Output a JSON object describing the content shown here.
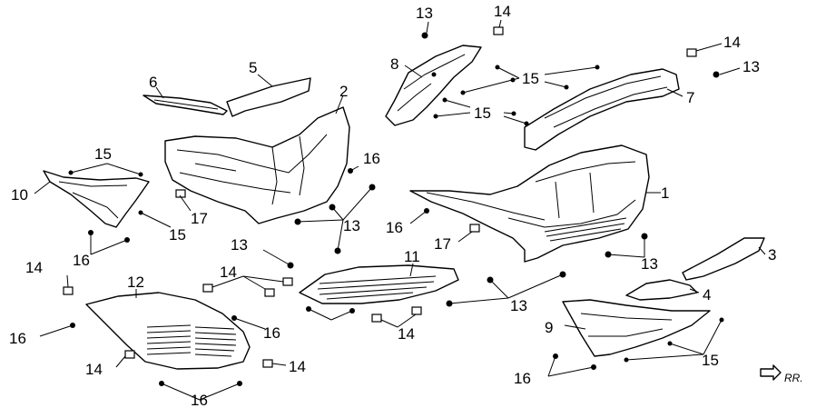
{
  "callouts": [
    "1",
    "2",
    "3",
    "4",
    "5",
    "6",
    "7",
    "8",
    "9",
    "10",
    "11",
    "12",
    "13",
    "14",
    "15",
    "16",
    "17"
  ],
  "direction_label": "RR.",
  "colors": {
    "line": "#000000",
    "background": "#ffffff"
  }
}
